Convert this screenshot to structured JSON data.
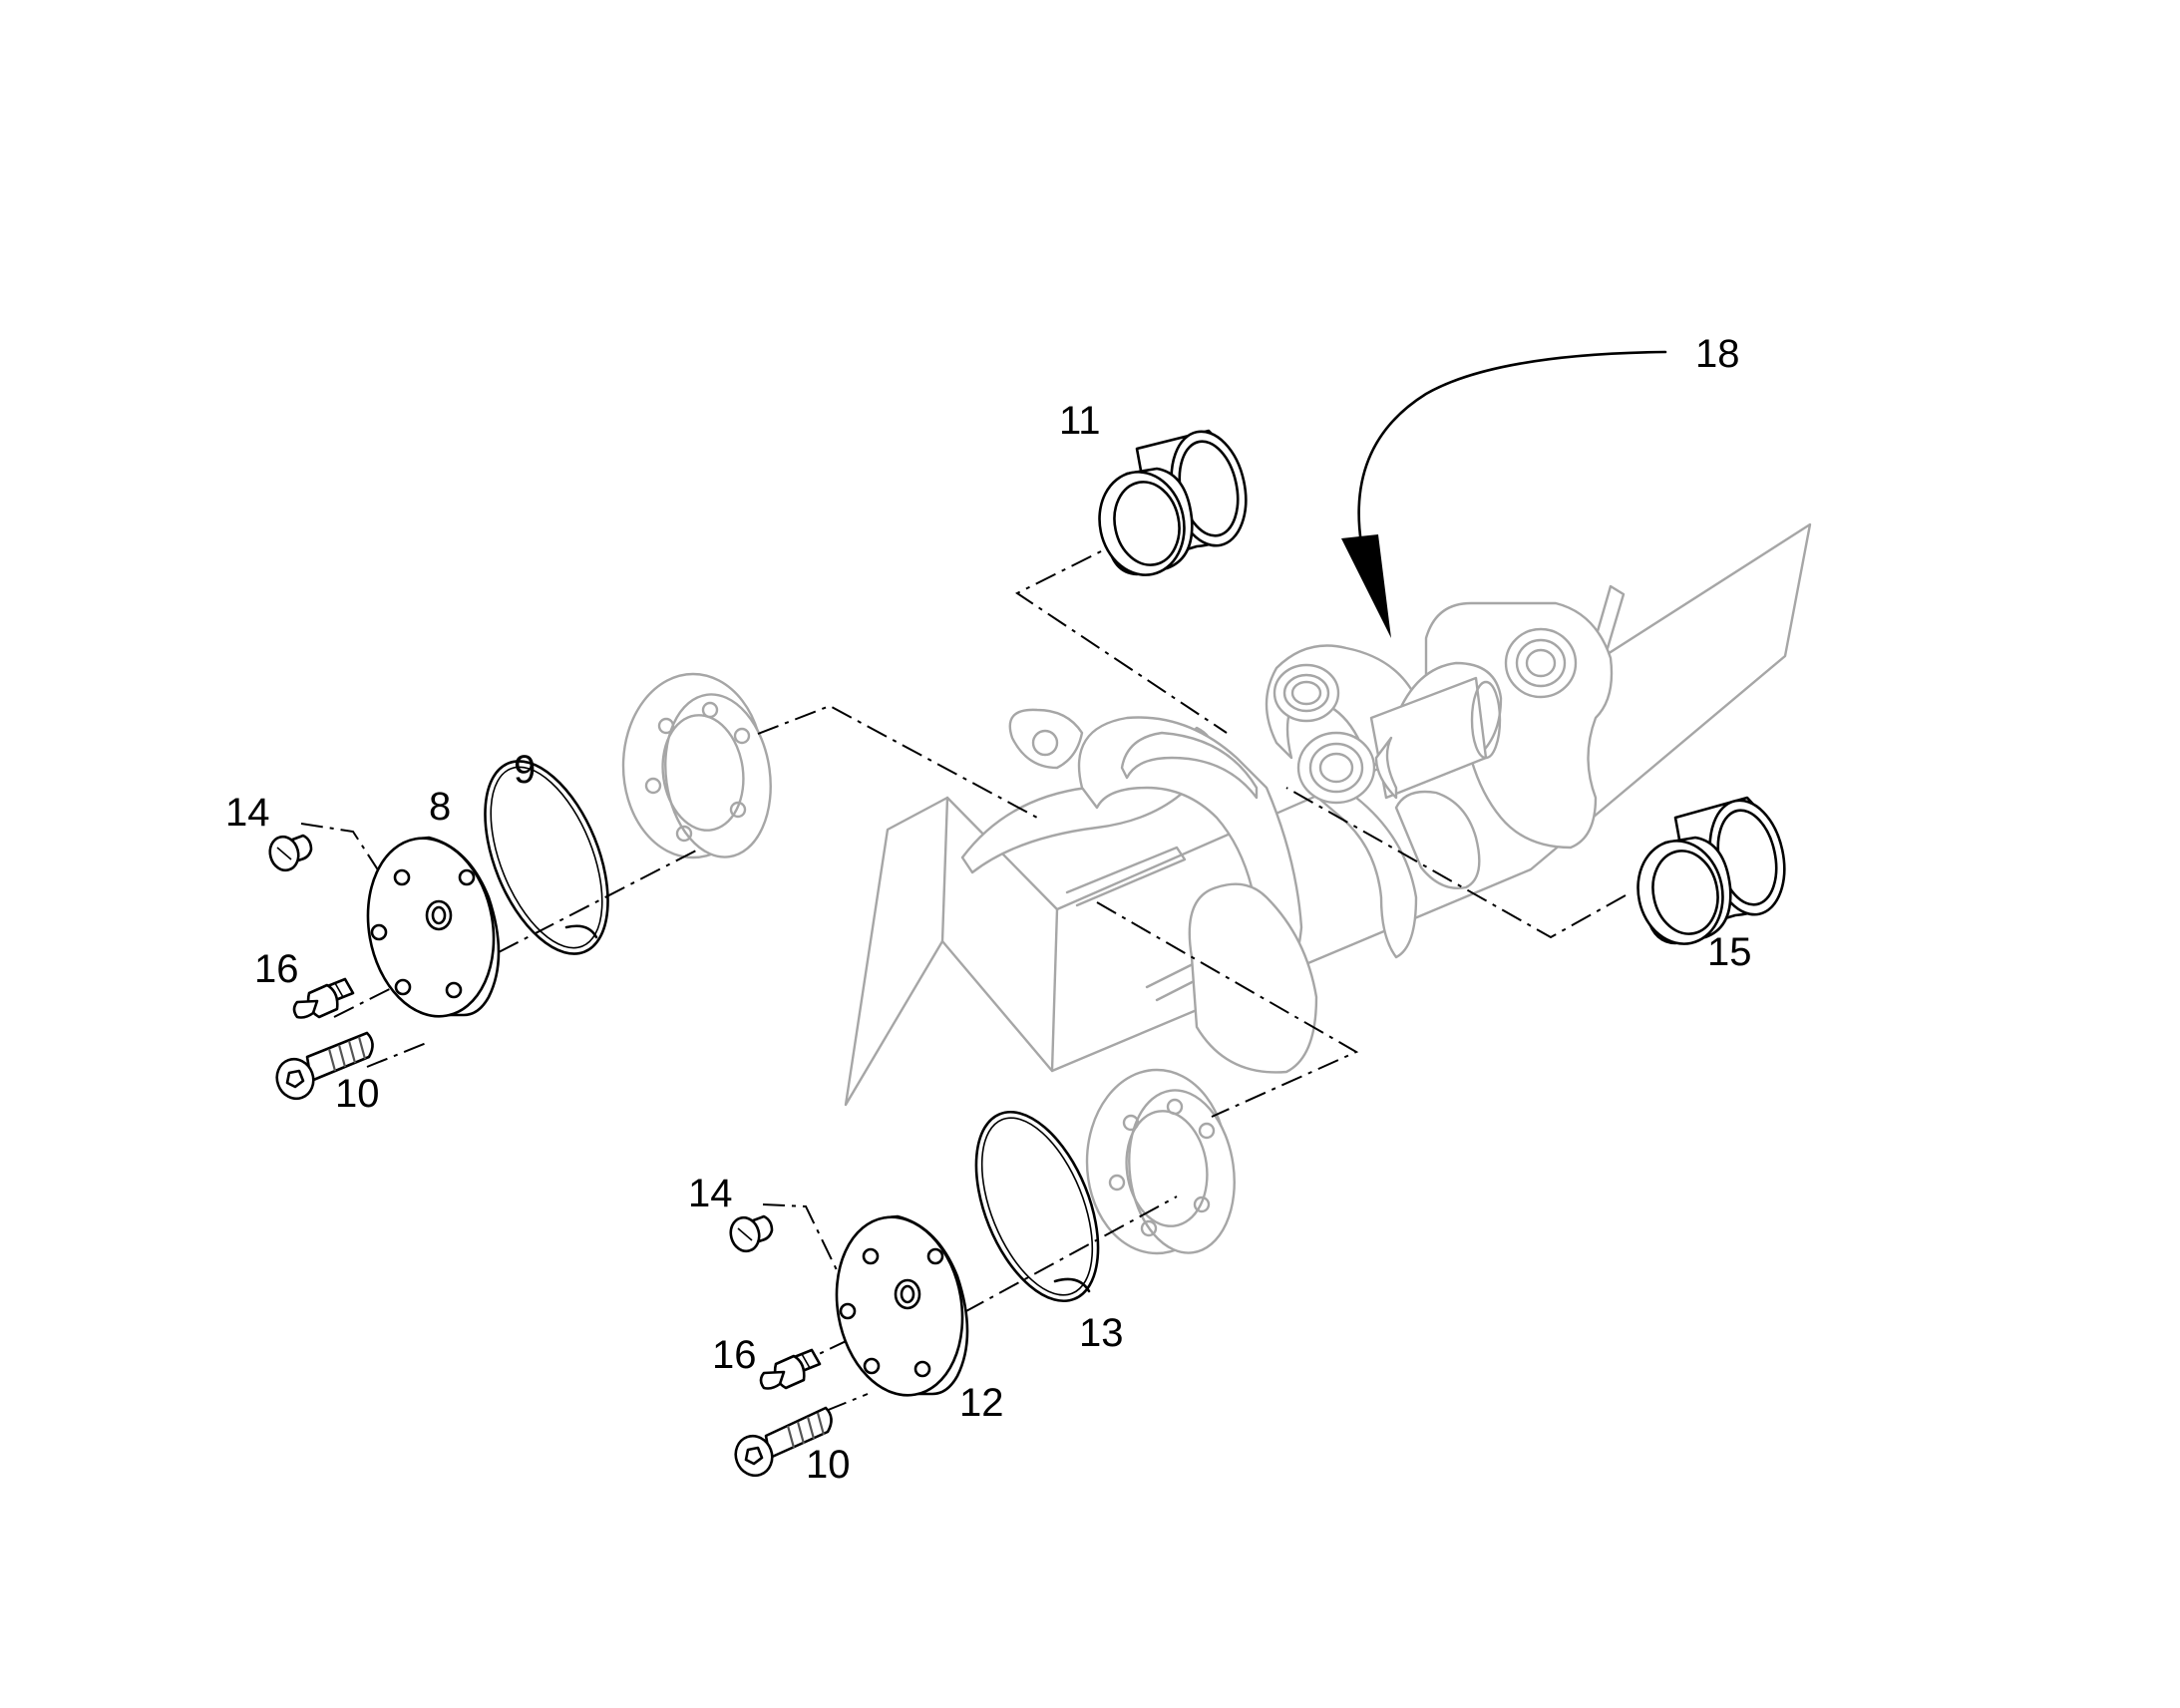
{
  "diagram": {
    "labels": {
      "p8": "8",
      "p9": "9",
      "p10_upper": "10",
      "p10_lower": "10",
      "p11": "11",
      "p12": "12",
      "p13": "13",
      "p14_upper": "14",
      "p14_lower": "14",
      "p15": "15",
      "p16_upper": "16",
      "p16_lower": "16",
      "p18": "18"
    }
  }
}
